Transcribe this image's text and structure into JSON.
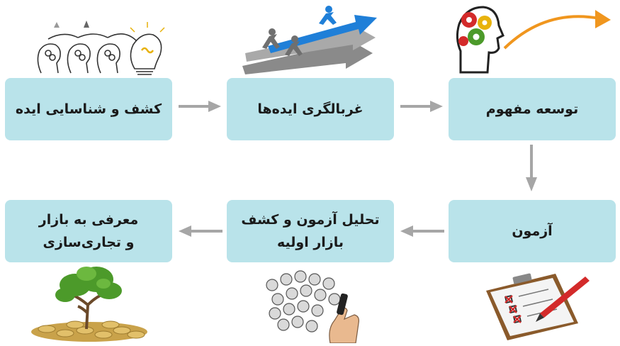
{
  "steps": [
    {
      "id": "idea",
      "lines": [
        "کشف و شناسایی ایده"
      ]
    },
    {
      "id": "screening",
      "lines": [
        "غربالگری ایده‌ها"
      ]
    },
    {
      "id": "concept",
      "lines": [
        "توسعه مفهوم"
      ]
    },
    {
      "id": "test",
      "lines": [
        "آزمون"
      ]
    },
    {
      "id": "analysis",
      "lines": [
        "تحلیل آزمون و کشف",
        "بازار اولیه"
      ]
    },
    {
      "id": "launch",
      "lines": [
        "معرفی به بازار",
        "و تجاری‌سازی"
      ]
    }
  ],
  "colors": {
    "box_fill": "#b9e3ea",
    "arrow": "#a6a6a6",
    "text": "#1a1a1a",
    "accent_blue": "#1f7fd8",
    "accent_orange": "#f0961e",
    "accent_red": "#d32a2a",
    "accent_green": "#4c9a2a"
  },
  "icons": {
    "idea": "heads-and-lightbulb-icon",
    "screening": "runners-on-arrows-icon",
    "concept": "head-with-gears-icon",
    "test": "clipboard-checklist-icon",
    "analysis": "bulb-cluster-with-hand-icon",
    "launch": "tree-on-coins-icon"
  }
}
